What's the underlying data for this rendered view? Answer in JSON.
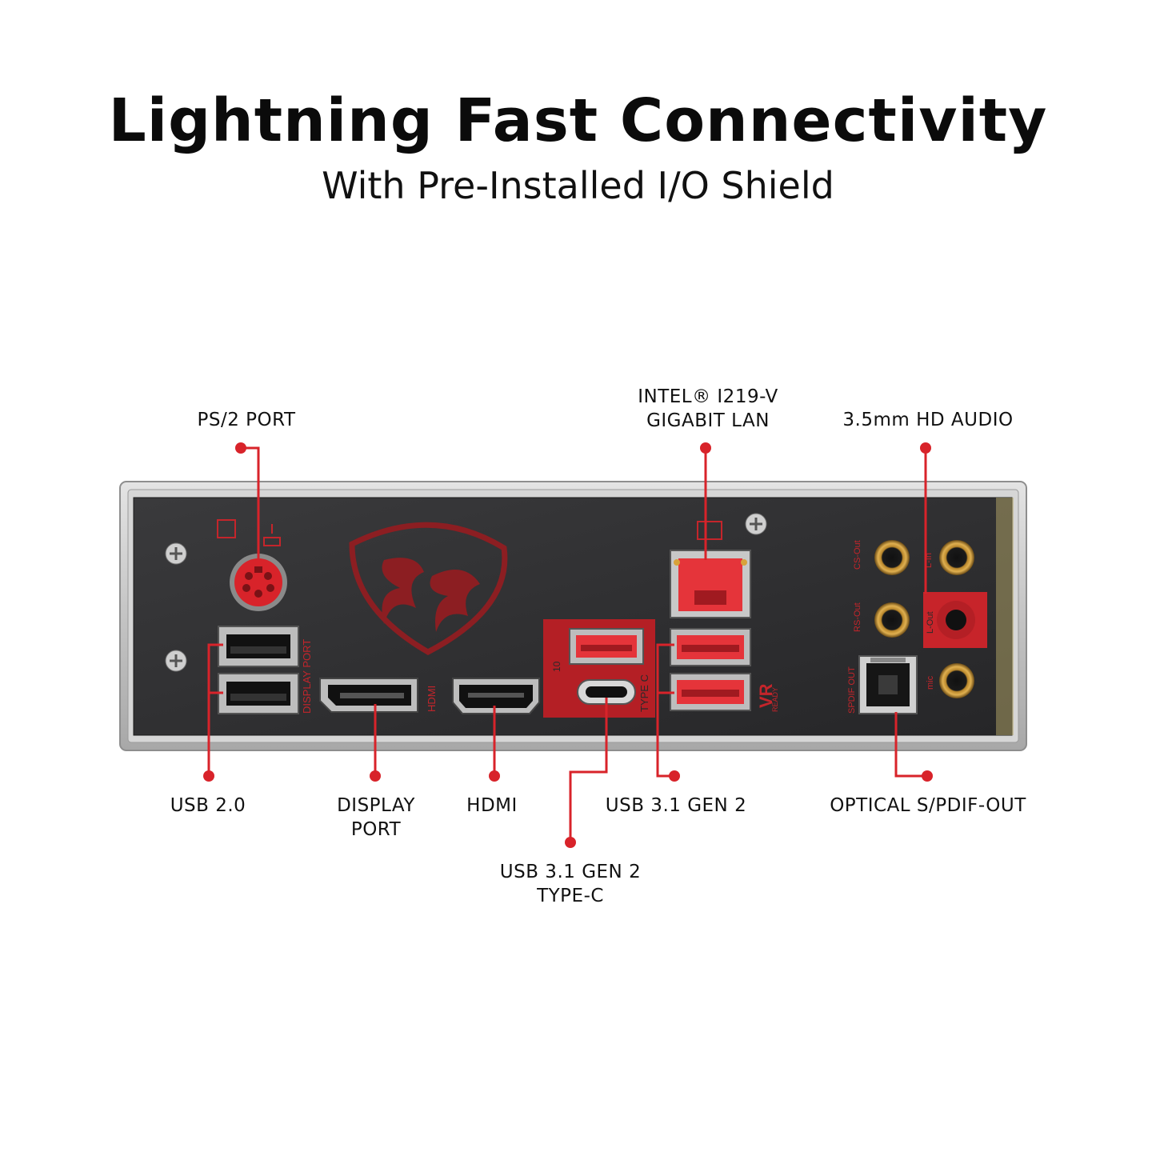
{
  "header": {
    "title": "Lightning Fast Connectivity",
    "subtitle": "With Pre-Installed I/O Shield"
  },
  "labels": {
    "ps2": "PS/2 PORT",
    "lan_line1": "INTEL® I219-V",
    "lan_line2": "GIGABIT LAN",
    "audio": "3.5mm HD AUDIO",
    "usb20": "USB 2.0",
    "dp_line1": "DISPLAY",
    "dp_line2": "PORT",
    "hdmi": "HDMI",
    "usb31": "USB 3.1 GEN 2",
    "optical": "OPTICAL S/PDIF-OUT",
    "typec_line1": "USB 3.1 GEN 2",
    "typec_line2": "TYPE-C"
  },
  "panel_print": {
    "display_port": "DISPLAY PORT",
    "hdmi": "HDMI",
    "type_c": "TYPE C",
    "ss10": "10",
    "vr": "VR",
    "ready": "READY",
    "spdif": "SPDIF OUT",
    "cs_out": "CS-Out",
    "rs_out": "RS-Out",
    "l_in": "L-In",
    "l_out": "L-Out",
    "mic": "mic"
  },
  "colors": {
    "accent_red": "#d8232a",
    "panel_dark": "#2e2e30",
    "shield_silver": "#c9c9c9",
    "print_red": "#c4252b"
  }
}
